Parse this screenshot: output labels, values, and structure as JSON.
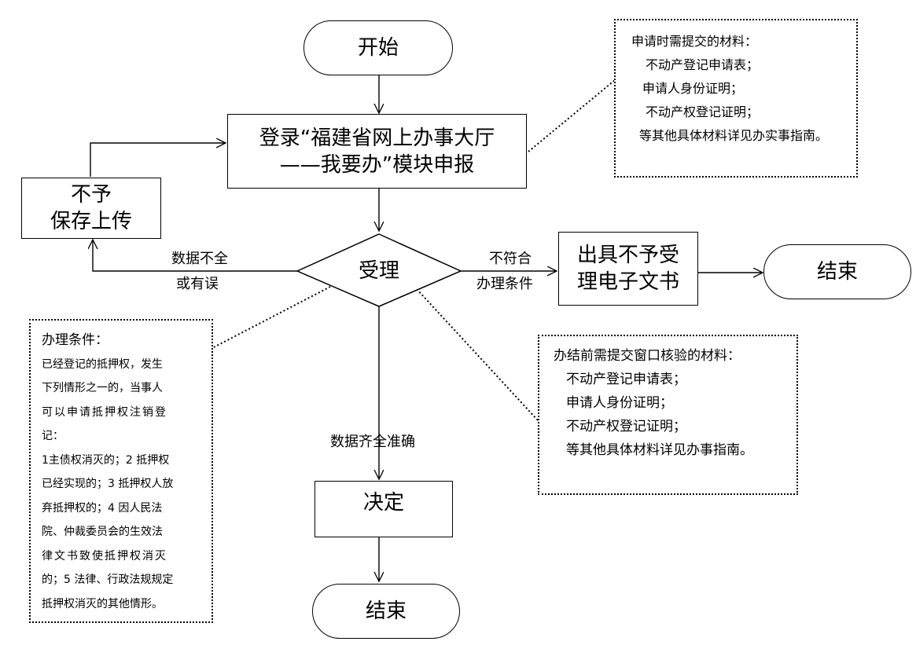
{
  "nodes": {
    "start": "开始",
    "login_line1": "登录“福建省网上办事大厅",
    "login_line2": "——我要办”模块申报",
    "reject_save_line1": "不予",
    "reject_save_line2": "保存上传",
    "accept": "受理",
    "reject_doc_line1": "出具不予受",
    "reject_doc_line2": "理电子文书",
    "end_right": "结束",
    "decision": "决定",
    "end_bottom": "结束"
  },
  "edges": {
    "incomplete_line1": "数据不全",
    "incomplete_line2": "或有误",
    "noncompliant_line1": "不符合",
    "noncompliant_line2": "办理条件",
    "complete": "数据齐全准确"
  },
  "notes": {
    "apply_materials": [
      "申请时需提交的材料：",
      "不动产登记申请表；",
      "申请人身份证明；",
      "不动产权登记证明；",
      "等其他具体材料详见办实事指南。"
    ],
    "conditions": [
      "办理条件：",
      "已经登记的抵押权，发生",
      "下列情形之一的，当事人",
      "可以申请抵押权注销登",
      "记：",
      "1主债权消灭的；2 抵押权",
      "已经实现的；3 抵押权人放",
      "弃抵押权的；4  因人民法",
      "院、仲裁委员会的生效法",
      "律文书致使抵押权消灭",
      "的；5 法律、行政法规规定",
      "抵押权消灭的其他情形。"
    ],
    "window_materials": [
      "办结前需提交窗口核验的材料：",
      "不动产登记申请表；",
      "申请人身份证明；",
      "不动产权登记证明；",
      "等其他具体材料详见办事指南。"
    ]
  }
}
